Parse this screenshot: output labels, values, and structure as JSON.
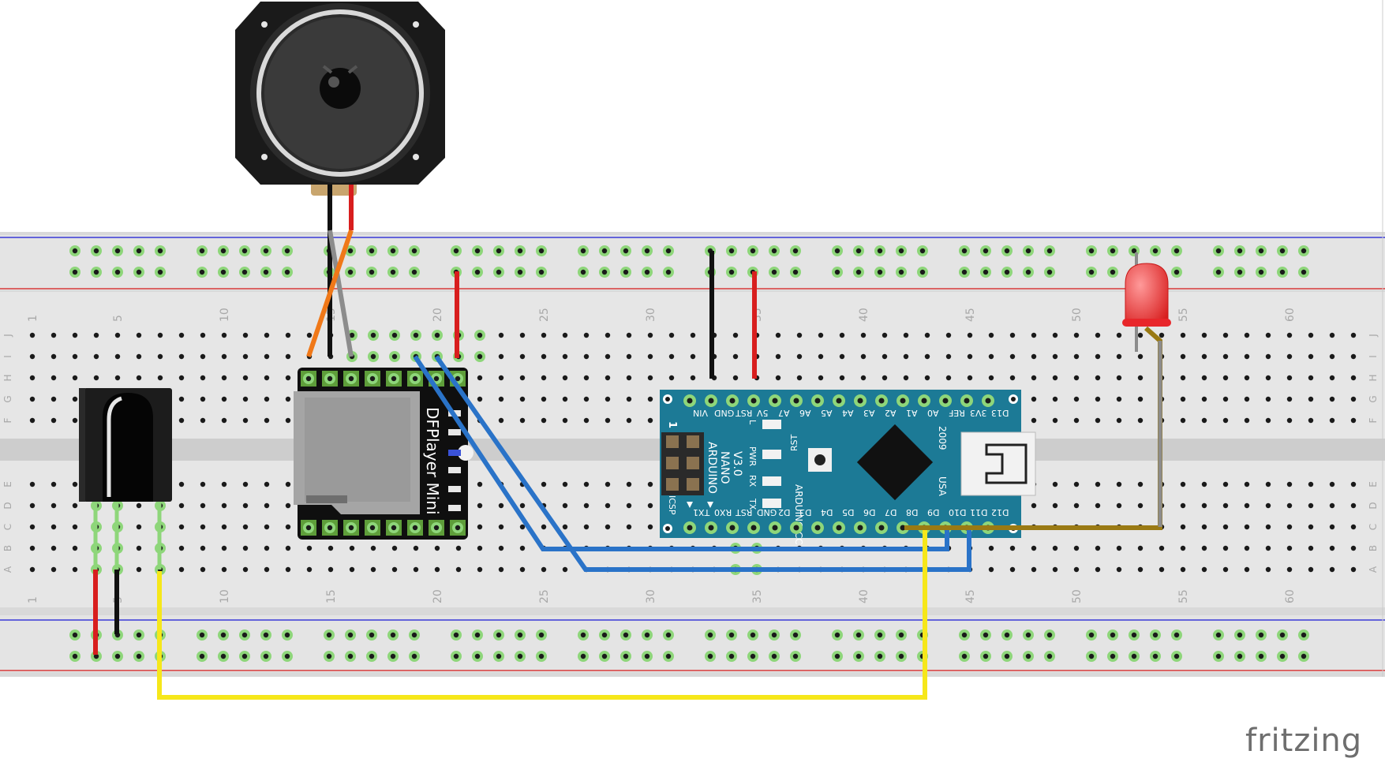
{
  "breadboard": {
    "columns": 63,
    "column_numbers": [
      "1",
      "5",
      "10",
      "15",
      "20",
      "25",
      "30",
      "35",
      "40",
      "45",
      "50",
      "55",
      "60"
    ],
    "row_letters_top": [
      "J",
      "I",
      "H",
      "G",
      "F"
    ],
    "row_letters_bottom": [
      "E",
      "D",
      "C",
      "B",
      "A"
    ]
  },
  "dfplayer": {
    "label": "DFPlayer Mini"
  },
  "arduino": {
    "line1": "ARDUINO",
    "line2": "NANO",
    "line3": "V3.0",
    "site": "ARDUINO.CC",
    "year": "2009",
    "country": "USA",
    "icsp": "ICSP",
    "icsp_pin": "1",
    "leds": [
      "L",
      "PWR",
      "RX",
      "TX"
    ],
    "rst": "RST",
    "top_pins": [
      "VIN",
      "GND",
      "RST",
      "5V",
      "A7",
      "A6",
      "A5",
      "A4",
      "A3",
      "A2",
      "A1",
      "A0",
      "REF",
      "3V3",
      "D13"
    ],
    "bottom_pins": [
      "TX1",
      "RX0",
      "RST",
      "GND",
      "D2",
      "D3",
      "D4",
      "D5",
      "D6",
      "D7",
      "D8",
      "D9",
      "D10",
      "D11",
      "D12"
    ]
  },
  "logo": {
    "text": "fritzing"
  },
  "colors": {
    "board_blue": "#1c7a96",
    "wire_blue": "#2a73c8",
    "wire_yellow": "#f6e71a",
    "wire_red": "#d81e1e",
    "wire_black": "#111111",
    "wire_orange": "#f07818",
    "wire_gray": "#8c8c8c",
    "wire_olive": "#9a7a14",
    "led_red": "#e8262a"
  }
}
